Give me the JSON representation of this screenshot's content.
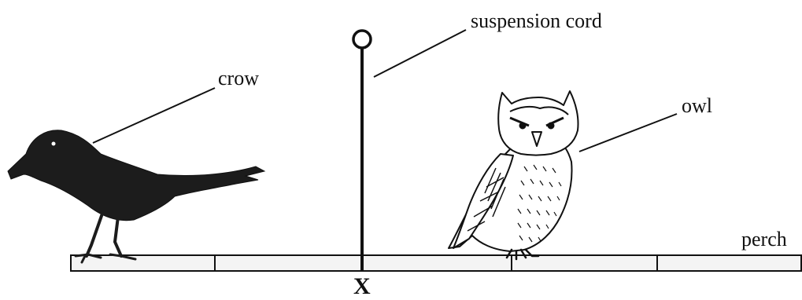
{
  "labels": {
    "suspension_cord": "suspension cord",
    "crow": "crow",
    "owl": "owl",
    "perch": "perch",
    "pivot": "X"
  },
  "colors": {
    "ink": "#111111",
    "bird_fill": "#1c1c1c",
    "perch_fill": "#f4f4f4"
  },
  "perch": {
    "segments": 5
  }
}
